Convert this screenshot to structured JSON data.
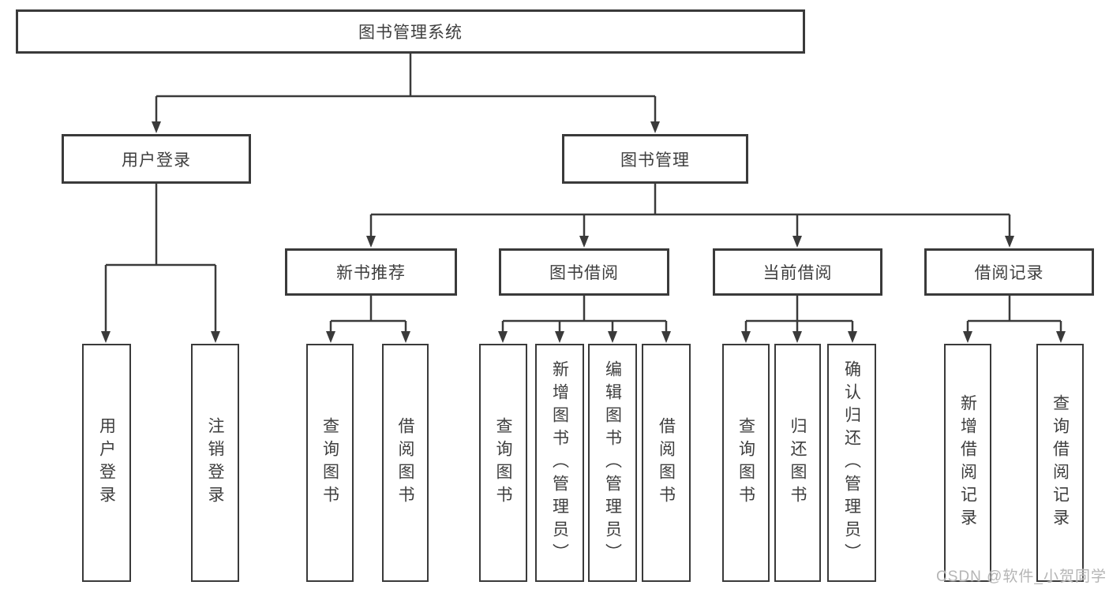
{
  "tree": {
    "root": "图书管理系统",
    "user_login": {
      "label": "用户登录",
      "children": [
        "用户登录",
        "注销登录"
      ]
    },
    "book_mgmt": {
      "label": "图书管理",
      "children": {
        "new_books": {
          "label": "新书推荐",
          "children": [
            "查询图书",
            "借阅图书"
          ]
        },
        "borrow": {
          "label": "图书借阅",
          "children": [
            "查询图书",
            "新增图书（管理员）",
            "编辑图书（管理员）",
            "借阅图书"
          ]
        },
        "current": {
          "label": "当前借阅",
          "children": [
            "查询图书",
            "归还图书",
            "确认归还（管理员）"
          ]
        },
        "records": {
          "label": "借阅记录",
          "children": [
            "新增借阅记录",
            "查询借阅记录"
          ]
        }
      }
    }
  },
  "watermark": {
    "text": "CSDN @软件_小贺同学",
    "color": "#b5b5b5"
  },
  "colors": {
    "line": "#3a3a3a",
    "box_border": "#3a3a3a",
    "text": "#3e3e3e",
    "background": "#ffffff"
  }
}
